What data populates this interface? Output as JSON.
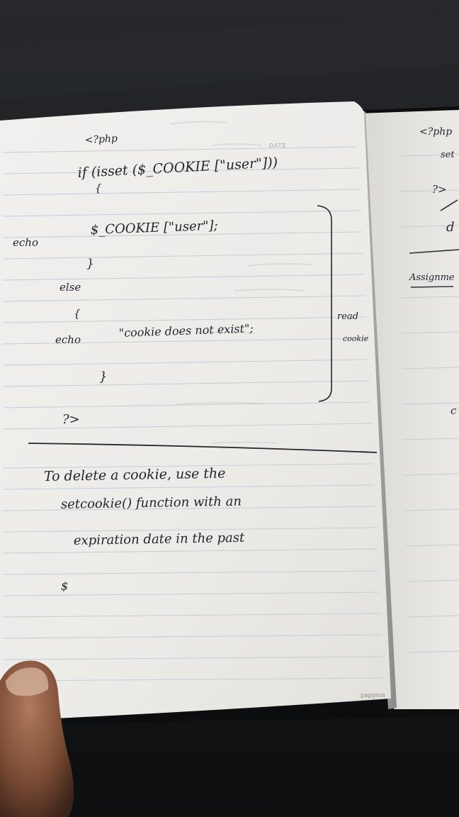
{
  "photo": {
    "subject": "handwritten-notebook-page",
    "ink_color": "#23262e",
    "paper_color": "#efeeec",
    "background_color": "#151618"
  },
  "left_page": {
    "date_label": "DATE",
    "brand": "papyrus",
    "code_lines": [
      "<?php",
      "if (isset ($_COOKIE [\"user\"]))",
      "{",
      "$_COOKIE [\"user\"];",
      "}",
      "else",
      "{",
      "\"cookie does not exist\";",
      "}",
      "?>"
    ],
    "margin_echo_1": "echo",
    "margin_echo_2": "echo",
    "bracket_note_1": "read",
    "bracket_note_2": "cookie",
    "note_lines": [
      "To delete a cookie, use the",
      "setcookie() function with an",
      "expiration date in the past"
    ],
    "scribble": "$"
  },
  "right_page": {
    "fragments": [
      "<?php",
      "set",
      "?>",
      "d",
      "Assignme",
      "c"
    ]
  }
}
